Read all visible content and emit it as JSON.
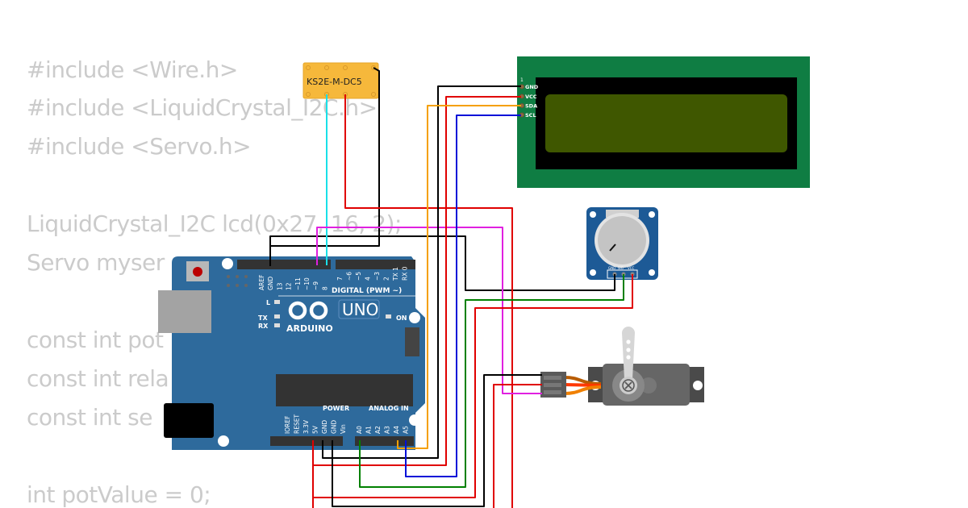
{
  "code_lines": [
    "#include <Wire.h>",
    "#include <LiquidCrystal_I2C.h>",
    "#include <Servo.h>",
    "LiquidCrystal_I2C lcd(0x27, 16, 2);",
    "Servo myser",
    "const int pot",
    "const int rela",
    "const int se",
    "int potValue = 0;"
  ],
  "relay": {
    "label": "KS2E-M-DC5"
  },
  "arduino": {
    "brand": "ARDUINO",
    "model": "UNO",
    "digital_label": "DIGITAL (PWM ~)",
    "power_label": "POWER",
    "analog_label": "ANALOG IN",
    "led_labels": [
      "L",
      "TX",
      "RX",
      "ON"
    ],
    "digital_pins": [
      "AREF",
      "GND",
      "13",
      "12",
      "~11",
      "~10",
      "~9",
      "8",
      "7",
      "~6",
      "~5",
      "4",
      "~3",
      "2",
      "TX 1",
      "RX 0"
    ],
    "power_pins": [
      "IOREF",
      "RESET",
      "3.3V",
      "5V",
      "GND",
      "GND",
      "Vin"
    ],
    "analog_pins": [
      "A0",
      "A1",
      "A2",
      "A3",
      "A4",
      "A5"
    ]
  },
  "lcd": {
    "pin_index": "1",
    "pins": [
      "GND",
      "VCC",
      "SDA",
      "SCL"
    ]
  },
  "potentiometer": {
    "pins": [
      "GND",
      "SIG",
      "VCC"
    ]
  },
  "colors": {
    "board_blue": "#2e6a9c",
    "lcd_green": "#0f7d43",
    "lcd_screen": "#3f5700",
    "relay": "#f6b83b",
    "wire_black": "#000000",
    "wire_red": "#e00000",
    "wire_orange": "#f5a000",
    "wire_blue": "#0010d8",
    "wire_green": "#008000",
    "wire_cyan": "#19e0e8",
    "wire_magenta": "#e020e0"
  }
}
